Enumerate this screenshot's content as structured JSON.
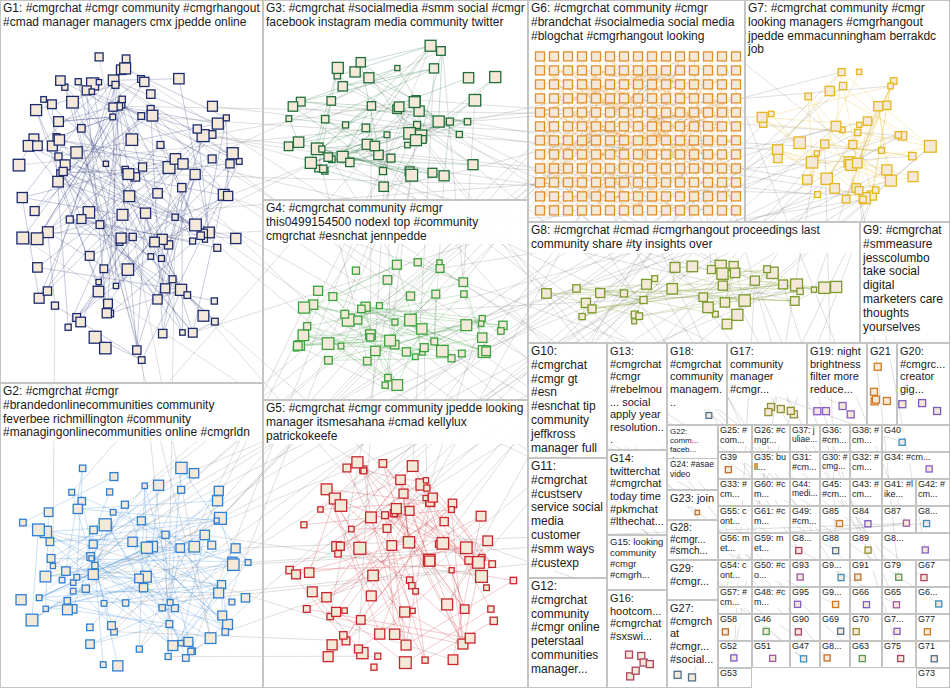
{
  "diagram": {
    "nodes": [
      {
        "text": [
          "G1: #cmgrchat #cmgr community #cmgrhangout #cmad manager managers cmx jpedde online"
        ]
      },
      {
        "text": [
          "G2: #cmgrchat #cmgr #brandedonlinecommunities community feverbee richmillington #community #managingonlinecommunities online #cmgrldn"
        ]
      },
      {
        "text": [
          "G3: #cmgrchat #socialmedia #smm social #cmgr facebook instagram media community twitter"
        ]
      },
      {
        "text": [
          "G4: #cmgrchat community #cmgr this0499154500 nodexl top #community cmgrchat #esnchat jennpedde"
        ]
      },
      {
        "text": [
          "G5: #cmgrchat #cmgr community jpedde looking manager itsmesahana #cmad kellylux patrickokeefe"
        ]
      },
      {
        "text": [
          "G6: #cmgrchat community #cmgr #brandchat #socialmedia social media #blogchat #cmgrhangout looking"
        ]
      },
      {
        "text": [
          "G7: #cmgrchat community #cmgr looking managers #cmgrhangout jpedde emmacunningham berrakdc job"
        ]
      },
      {
        "text": [
          "G8: #cmgrchat #cmad #cmgrhangout proceedings last community share #ty insights over"
        ]
      },
      {
        "text": [
          "G9: #cmgrchat #smmeasure jesscolumbo take social digital marketers care thoughts yourselves"
        ]
      },
      {
        "text": [
          "G10: #cmgrchat #cmgr gt #esn #esnchat tip community jeffkross manager full"
        ]
      },
      {
        "text": [
          "G11: #cmgrchat #custserv service social media customer #smm ways #custexp"
        ]
      },
      {
        "text": [
          "G12: #cmgrchat community #cmgr online peterstaal communities manager..."
        ]
      },
      {
        "text": [
          "G13: #cmgrchat #cmgr #rebelmou... social apply year resolution..."
        ]
      },
      {
        "text": [
          "G14: twitterchat #cmgrchat today time #pkmchat #lthechat..."
        ]
      },
      {
        "text": [
          "G15: looking community #cmgr #cmgrh..."
        ]
      },
      {
        "text": [
          "G16: hootcom... #cmgrchat #sxswi..."
        ]
      },
      {
        "text": [
          "G18: #cmgrchat community managem..."
        ]
      },
      {
        "text": [
          "G17: community manager #cmgr..."
        ]
      },
      {
        "text": [
          "G19: night brightness filter more reduce..."
        ]
      },
      {
        "text": [
          "G21"
        ]
      },
      {
        "text": [
          "G20: #cmgrc... creator gig..."
        ]
      },
      {
        "text": [
          "G22: comm... faceb... dm..."
        ]
      },
      {
        "text": [
          "G24: #asae video"
        ]
      },
      {
        "text": [
          "G23: join"
        ]
      },
      {
        "text": [
          "G28: #cmgr... #smch..."
        ]
      },
      {
        "text": [
          "G29: #cmgr..."
        ]
      },
      {
        "text": [
          "G27: #cmgrchat #cmgr... #social..."
        ]
      },
      {
        "text": [
          "G25: #com..."
        ]
      },
      {
        "text": [
          "G26: #cmgr..."
        ]
      },
      {
        "text": [
          "G37: juliae..."
        ]
      },
      {
        "text": [
          "G36: #cm..."
        ]
      },
      {
        "text": [
          "G38: #cm..."
        ]
      },
      {
        "text": [
          "G40"
        ]
      },
      {
        "text": [
          "G39"
        ]
      },
      {
        "text": [
          "G35: bull..."
        ]
      },
      {
        "text": [
          "G31: #cm..."
        ]
      },
      {
        "text": [
          "G30: #cmg..."
        ]
      },
      {
        "text": [
          "G32: #cm..."
        ]
      },
      {
        "text": [
          "G34: #cm..."
        ]
      },
      {
        "text": [
          "G33: #cm..."
        ]
      },
      {
        "text": [
          "G60: #cm..."
        ]
      },
      {
        "text": [
          "G44: medi..."
        ]
      },
      {
        "text": [
          "G45: #cm..."
        ]
      },
      {
        "text": [
          "G43: #cm..."
        ]
      },
      {
        "text": [
          "G41: #like..."
        ]
      },
      {
        "text": [
          "G42: #cm..."
        ]
      },
      {
        "text": [
          "G55: cont..."
        ]
      },
      {
        "text": [
          "G61: #cm..."
        ]
      },
      {
        "text": [
          "G49: #cm..."
        ]
      },
      {
        "text": [
          "G85"
        ]
      },
      {
        "text": [
          "G84"
        ]
      },
      {
        "text": [
          "G87"
        ]
      },
      {
        "text": [
          "G8..."
        ]
      },
      {
        "text": [
          "G56: met..."
        ]
      },
      {
        "text": [
          "G59: met..."
        ]
      },
      {
        "text": [
          "G8..."
        ]
      },
      {
        "text": [
          "G88"
        ]
      },
      {
        "text": [
          "G89"
        ]
      },
      {
        "text": [
          "G8..."
        ]
      },
      {
        "text": [
          "G54: cont..."
        ]
      },
      {
        "text": [
          "G50: #co..."
        ]
      },
      {
        "text": [
          "G93"
        ]
      },
      {
        "text": [
          "G9..."
        ]
      },
      {
        "text": [
          "G91"
        ]
      },
      {
        "text": [
          "G79"
        ]
      },
      {
        "text": [
          "G67"
        ]
      },
      {
        "text": [
          "G57: #cm..."
        ]
      },
      {
        "text": [
          "G48: #cm..."
        ]
      },
      {
        "text": [
          "G95"
        ]
      },
      {
        "text": [
          "G9..."
        ]
      },
      {
        "text": [
          "G66"
        ]
      },
      {
        "text": [
          "G65"
        ]
      },
      {
        "text": [
          "G6..."
        ]
      },
      {
        "text": [
          "G58"
        ]
      },
      {
        "text": [
          "G46"
        ]
      },
      {
        "text": [
          "G90"
        ]
      },
      {
        "text": [
          "G69"
        ]
      },
      {
        "text": [
          "G70"
        ]
      },
      {
        "text": [
          "G7..."
        ]
      },
      {
        "text": [
          "G77"
        ]
      },
      {
        "text": [
          "G52"
        ]
      },
      {
        "text": [
          "G51"
        ]
      },
      {
        "text": [
          "G47"
        ]
      },
      {
        "text": [
          "G8..."
        ]
      },
      {
        "text": [
          "G63"
        ]
      },
      {
        "text": [
          "G75"
        ]
      },
      {
        "text": [
          "G71"
        ]
      },
      {
        "text": [
          "G53"
        ]
      },
      {
        "text": [
          "G73"
        ]
      }
    ]
  }
}
